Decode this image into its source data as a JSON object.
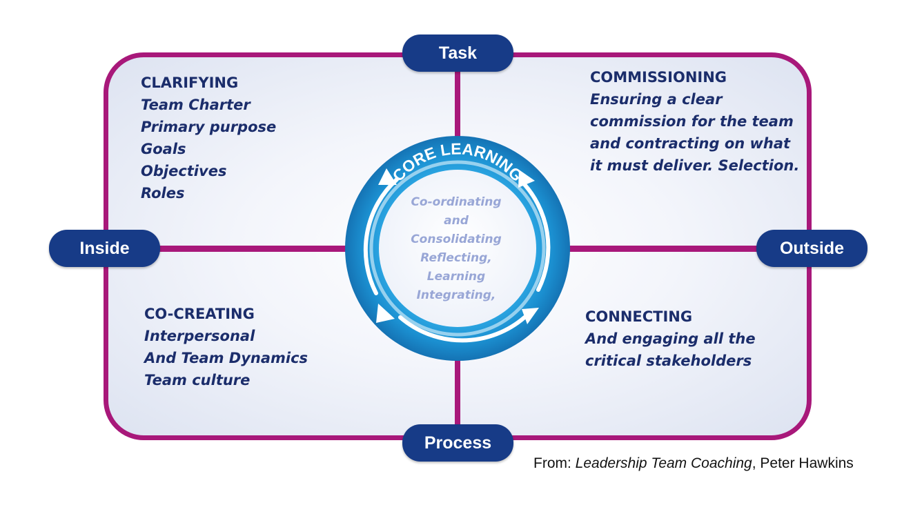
{
  "axes": {
    "top": "Task",
    "left": "Inside",
    "right": "Outside",
    "bottom": "Process"
  },
  "quadrants": {
    "top_left": {
      "heading": "CLARIFYING",
      "lines": [
        "Team Charter",
        "Primary purpose",
        "Goals",
        "Objectives",
        "Roles"
      ]
    },
    "top_right": {
      "heading": "COMMISSIONING",
      "lines": [
        "Ensuring a clear",
        "commission for the team",
        "and contracting on what",
        "it must deliver. Selection."
      ]
    },
    "bottom_left": {
      "heading": "CO-CREATING",
      "lines": [
        "Interpersonal",
        "And Team Dynamics",
        "Team culture"
      ]
    },
    "bottom_right": {
      "heading": "CONNECTING",
      "lines": [
        "And engaging all the",
        "critical stakeholders"
      ]
    }
  },
  "core": {
    "title": "CORE LEARNING",
    "lines": [
      "Co-ordinating",
      "and",
      "Consolidating",
      "Reflecting,",
      "Learning",
      "Integrating,"
    ]
  },
  "credit": {
    "prefix": "From: ",
    "book": "Leadership Team Coaching",
    "sep": ",  ",
    "author": "Peter Hawkins"
  },
  "colors": {
    "frame": "#a8187a",
    "pill": "#173b87",
    "text": "#1b2d6b",
    "ring": "#1a8fcf",
    "center_text": "#98a6d6"
  }
}
